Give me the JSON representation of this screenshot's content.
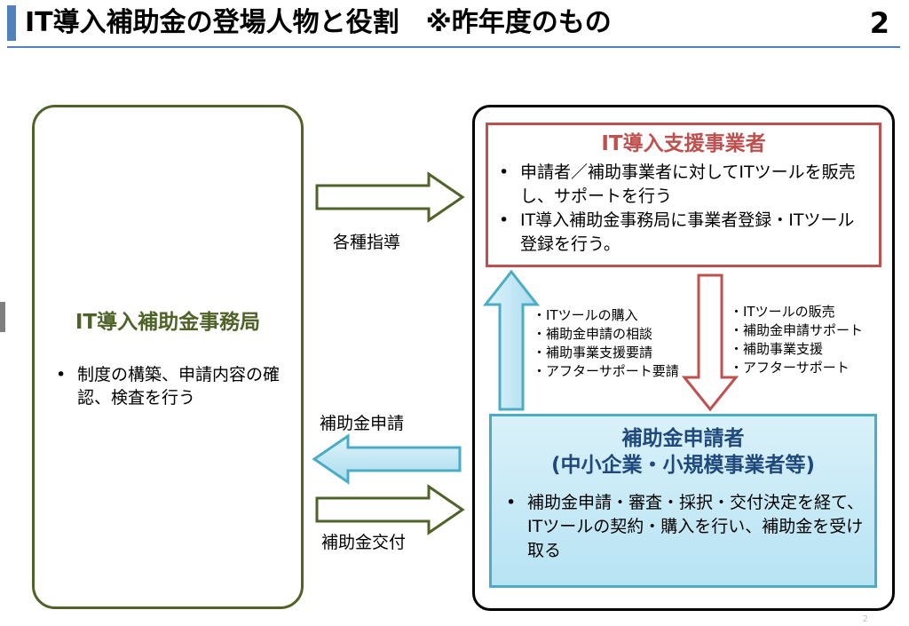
{
  "header": {
    "title": "IT導入補助金の登場人物と役割　※昨年度のもの",
    "page_number": "2"
  },
  "office": {
    "title": "IT導入補助金事務局",
    "bullets": [
      "制度の構築、申請内容の確認、検査を行う"
    ]
  },
  "vendor": {
    "title": "IT導入支援事業者",
    "bullets": [
      "申請者／補助事業者に対してITツールを販売し、サポートを行う",
      "IT導入補助金事務局に事業者登録・ITツール登録を行う。"
    ]
  },
  "applicant": {
    "title_line1": "補助金申請者",
    "title_line2": "(中小企業・小規模事業者等)",
    "bullets": [
      "補助金申請・審査・採択・交付決定を経て、ITツールの契約・購入を行い、補助金を受け取る"
    ]
  },
  "flows": {
    "guidance": "各種指導",
    "application": "補助金申請",
    "grant": "補助金交付",
    "to_vendor": [
      "・ITツールの購入",
      "・補助金申請の相談",
      "・補助事業支援要請",
      "・アフターサポート要請"
    ],
    "to_applicant": [
      "・ITツールの販売",
      "・補助金申請サポート",
      "・補助事業支援",
      "・アフターサポート"
    ]
  },
  "bullet_symbol": "•",
  "footer": {
    "page_number": "2"
  },
  "colors": {
    "accent": "#4f81bd",
    "office_green": "#4f6228",
    "vendor_red": "#c0504d",
    "applicant_blue": "#4bacc6",
    "applicant_title": "#1f497d"
  }
}
